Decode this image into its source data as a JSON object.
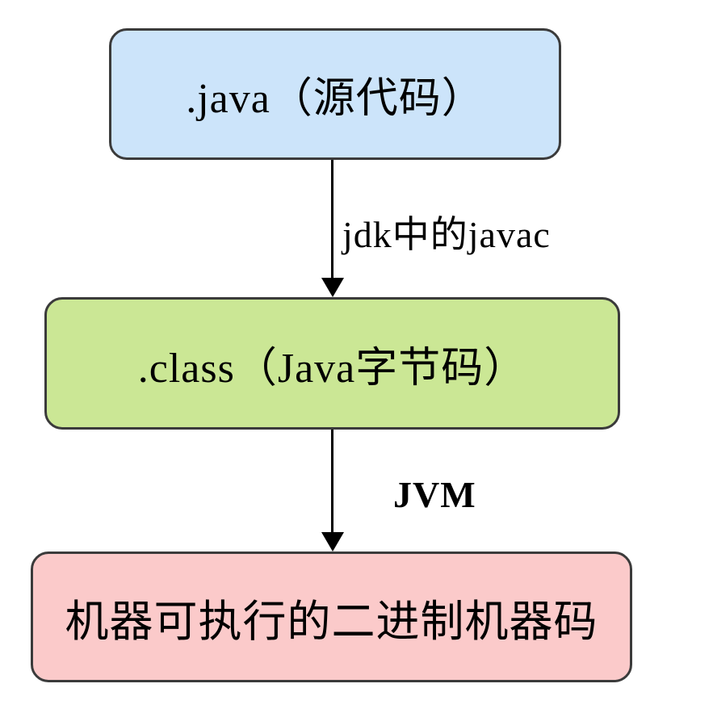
{
  "diagram": {
    "type": "flowchart",
    "direction": "top-to-bottom",
    "background": "#ffffff",
    "border_color": "#3b3b3b",
    "text_color": "#000000",
    "nodes": [
      {
        "id": "java-source",
        "label": ".java（源代码）",
        "fill": "#cce4fa",
        "shape": "rounded-rect"
      },
      {
        "id": "class-bytecode",
        "label": ".class（Java字节码）",
        "fill": "#cbe795",
        "shape": "rounded-rect"
      },
      {
        "id": "machine-code",
        "label": "机器可执行的二进制机器码",
        "fill": "#fbcaca",
        "shape": "rounded-rect"
      }
    ],
    "edges": [
      {
        "from": "java-source",
        "to": "class-bytecode",
        "label": "jdk中的javac",
        "arrow": "down"
      },
      {
        "from": "class-bytecode",
        "to": "machine-code",
        "label": "JVM",
        "arrow": "down"
      }
    ]
  }
}
